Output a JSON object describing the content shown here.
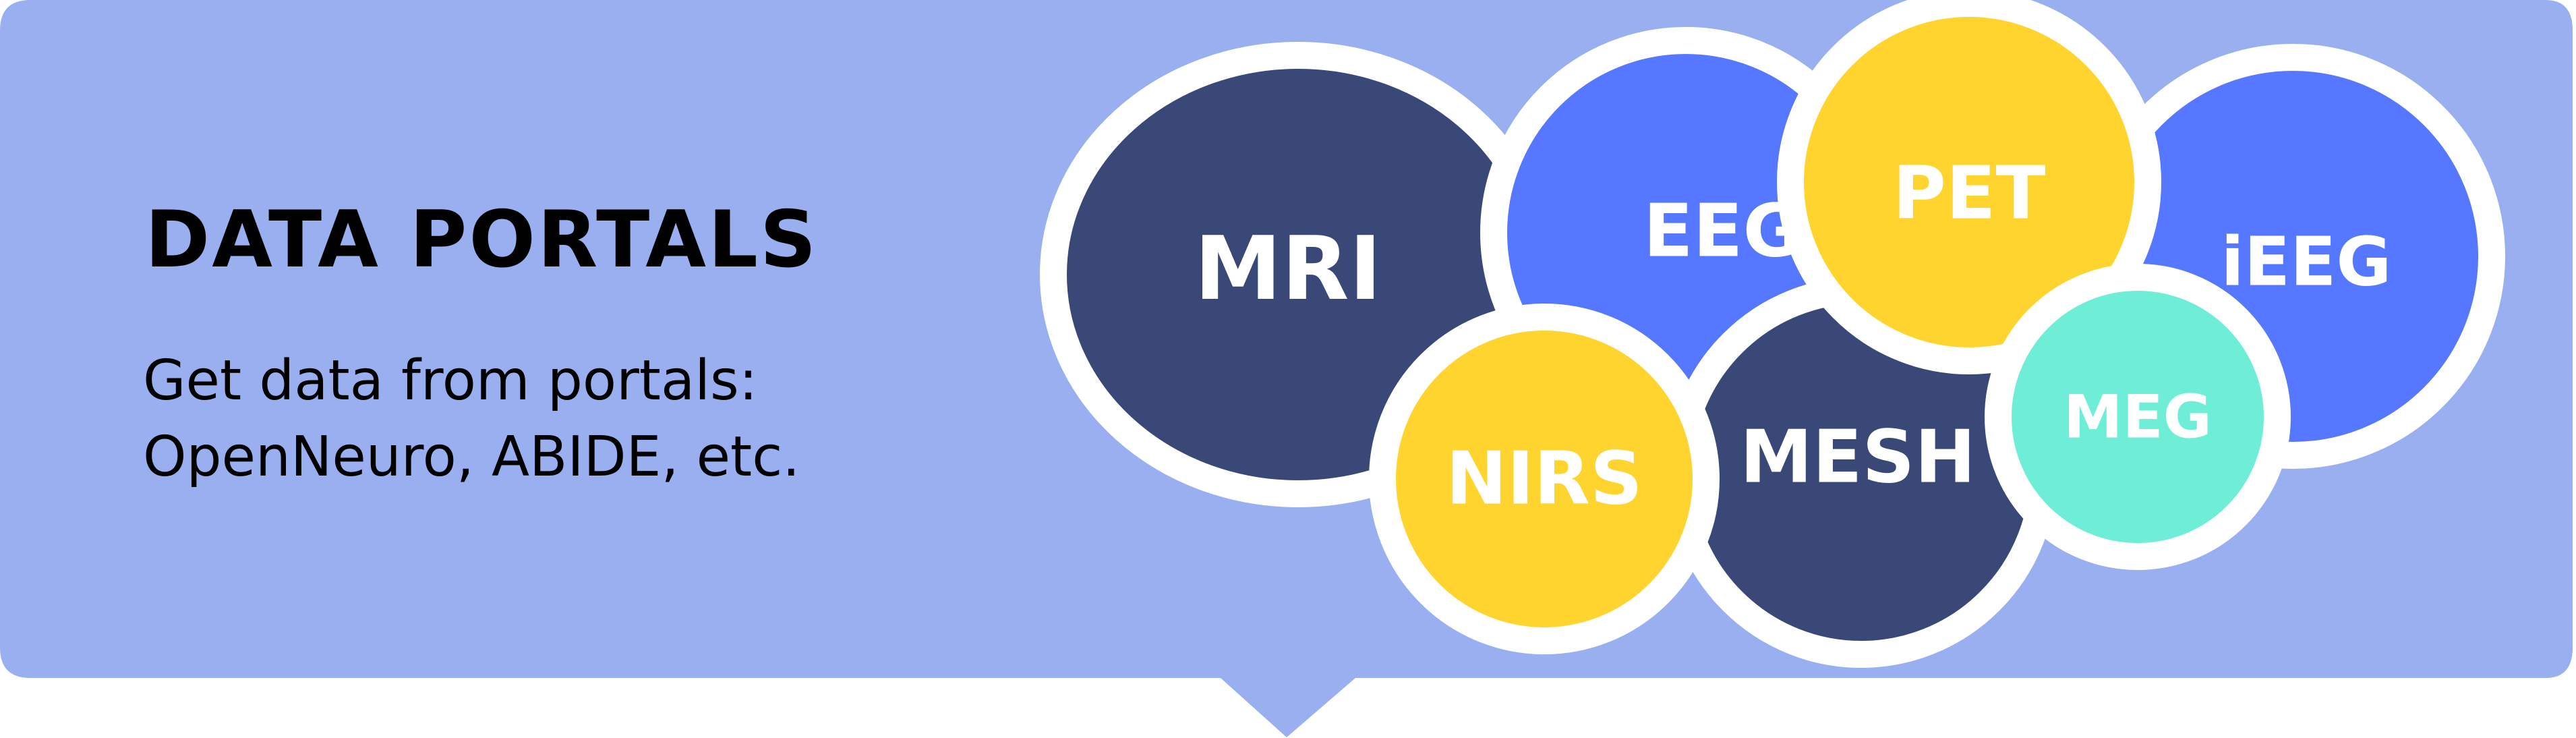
{
  "heading": {
    "title": "DATA PORTALS",
    "description_lines": [
      "Get data from portals:",
      "OpenNeuro, ABIDE, etc."
    ]
  },
  "colors": {
    "panel": "#99aff0",
    "navy": "#394876",
    "blue": "#5677ff",
    "yellow": "#ffd42f",
    "mint": "#6eeed6",
    "outline": "#ffffff",
    "text_dark": "#000000",
    "text_light": "#ffffff"
  },
  "bubbles": [
    {
      "id": "mri",
      "label": "MRI",
      "color": "navy"
    },
    {
      "id": "eeg",
      "label": "EEG",
      "color": "blue"
    },
    {
      "id": "pet",
      "label": "PET",
      "color": "yellow"
    },
    {
      "id": "ieeg",
      "label": "iEEG",
      "color": "blue"
    },
    {
      "id": "nirs",
      "label": "NIRS",
      "color": "yellow"
    },
    {
      "id": "mesh",
      "label": "MESH",
      "color": "navy"
    },
    {
      "id": "meg",
      "label": "MEG",
      "color": "mint"
    }
  ]
}
